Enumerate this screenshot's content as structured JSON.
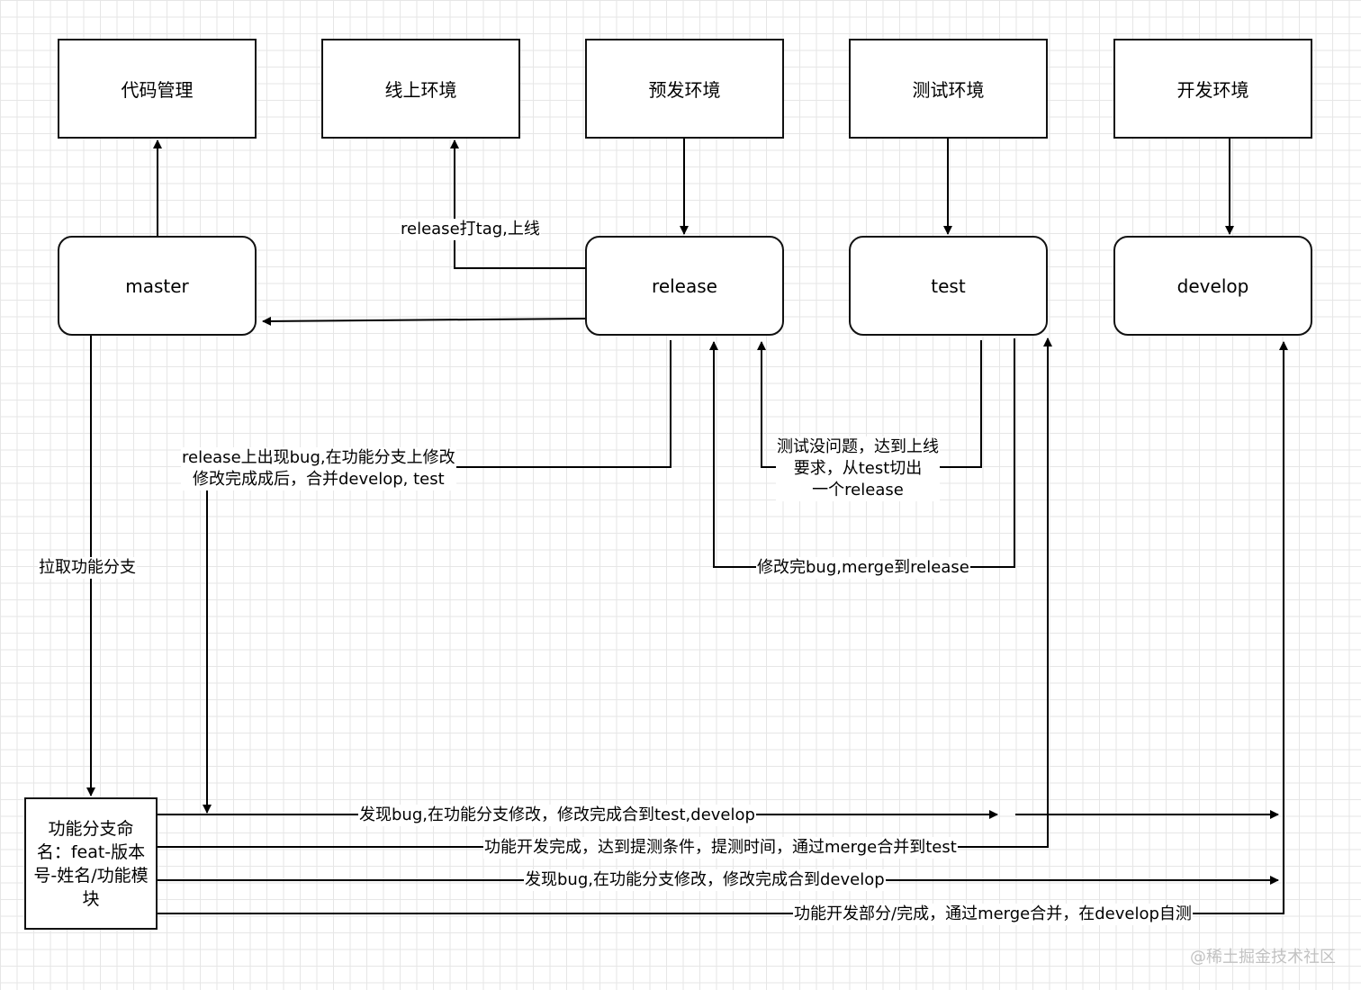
{
  "environments": {
    "code": "代码管理",
    "prod": "线上环境",
    "staging": "预发环境",
    "test": "测试环境",
    "dev": "开发环境"
  },
  "branches": {
    "master": "master",
    "release": "release",
    "test": "test",
    "develop": "develop"
  },
  "feature_box": "功能分支命名：feat-版本号-姓名/功能模块",
  "edge_labels": {
    "release_tag": "release打tag,上线",
    "release_bug": "release上出现bug,在功能分支上修改\n修改完成成后，合并develop, test",
    "test_to_release": "测试没问题，达到上线\n要求，从test切出\n一个release",
    "merge_release": "修改完bug,merge到release",
    "pull_feature": "拉取功能分支",
    "f1": "发现bug,在功能分支修改，修改完成合到test,develop",
    "f2": "功能开发完成，达到提测条件，提测时间，通过merge合并到test",
    "f3": "发现bug,在功能分支修改，修改完成合到develop",
    "f4": "功能开发部分/完成，通过merge合并，在develop自测"
  },
  "watermark": "@稀土掘金技术社区"
}
